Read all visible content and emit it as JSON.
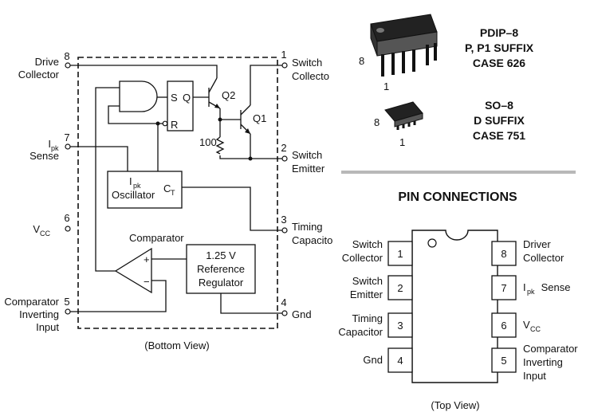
{
  "block_diagram": {
    "pins_left": [
      {
        "num": "8",
        "label_lines": [
          "Drive",
          "Collector"
        ]
      },
      {
        "num": "7",
        "label_lines": [
          "I",
          "Sense"
        ],
        "sub": "pk"
      },
      {
        "num": "6",
        "label_lines": [
          "V"
        ],
        "sub": "CC"
      },
      {
        "num": "5",
        "label_lines": [
          "Comparator",
          "Inverting",
          "Input"
        ]
      }
    ],
    "pins_right": [
      {
        "num": "1",
        "label_lines": [
          "Switch",
          "Collecto"
        ]
      },
      {
        "num": "2",
        "label_lines": [
          "Switch",
          "Emitter"
        ]
      },
      {
        "num": "3",
        "label_lines": [
          "Timing",
          "Capacito"
        ]
      },
      {
        "num": "4",
        "label_lines": [
          "Gnd"
        ]
      }
    ],
    "gate": {
      "s": "S",
      "q": "Q",
      "r": "R"
    },
    "q2": "Q2",
    "q1": "Q1",
    "resistor": "100",
    "oscillator": {
      "line1_main": "I",
      "line1_sub": "pk",
      "line2": "Oscillator",
      "ct_main": "C",
      "ct_sub": "T"
    },
    "comparator": {
      "title": "Comparator",
      "plus": "+",
      "minus": "−"
    },
    "reference": {
      "line1": "1.25 V",
      "line2": "Reference",
      "line3": "Regulator"
    },
    "caption": "(Bottom View)"
  },
  "packages": [
    {
      "pin_num_8": "8",
      "pin_num_1": "1",
      "lines": [
        "PDIP–8",
        "P, P1 SUFFIX",
        "CASE 626"
      ]
    },
    {
      "pin_num_8": "8",
      "pin_num_1": "1",
      "lines": [
        "SO–8",
        "D SUFFIX",
        "CASE 751"
      ]
    }
  ],
  "pin_connections": {
    "title": "PIN CONNECTIONS",
    "left": [
      {
        "num": "1",
        "lines": [
          "Switch",
          "Collector"
        ]
      },
      {
        "num": "2",
        "lines": [
          "Switch",
          "Emitter"
        ]
      },
      {
        "num": "3",
        "lines": [
          "Timing",
          "Capacitor"
        ]
      },
      {
        "num": "4",
        "lines": [
          "Gnd"
        ]
      }
    ],
    "right": [
      {
        "num": "8",
        "lines": [
          "Driver",
          "Collector"
        ]
      },
      {
        "num": "7",
        "main": "I",
        "sub": "pk",
        "rest": " Sense"
      },
      {
        "num": "6",
        "main": "V",
        "sub": "CC"
      },
      {
        "num": "5",
        "lines": [
          "Comparator",
          "Inverting",
          "Input"
        ]
      }
    ],
    "caption": "(Top View)"
  }
}
